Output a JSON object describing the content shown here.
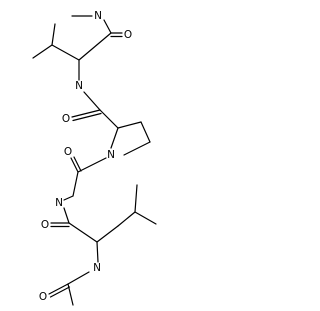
{
  "molecule": {
    "atoms": {
      "n_methylamide": "N",
      "o_terminal_amide": "O",
      "n_val_amide": "N",
      "o_pro_carbonyl": "O",
      "n_proline": "N",
      "o_gly_carbonyl": "O",
      "n_gly": "N",
      "o_leu_carbonyl": "O",
      "n_leu_amide": "N",
      "o_acetyl": "O"
    }
  }
}
